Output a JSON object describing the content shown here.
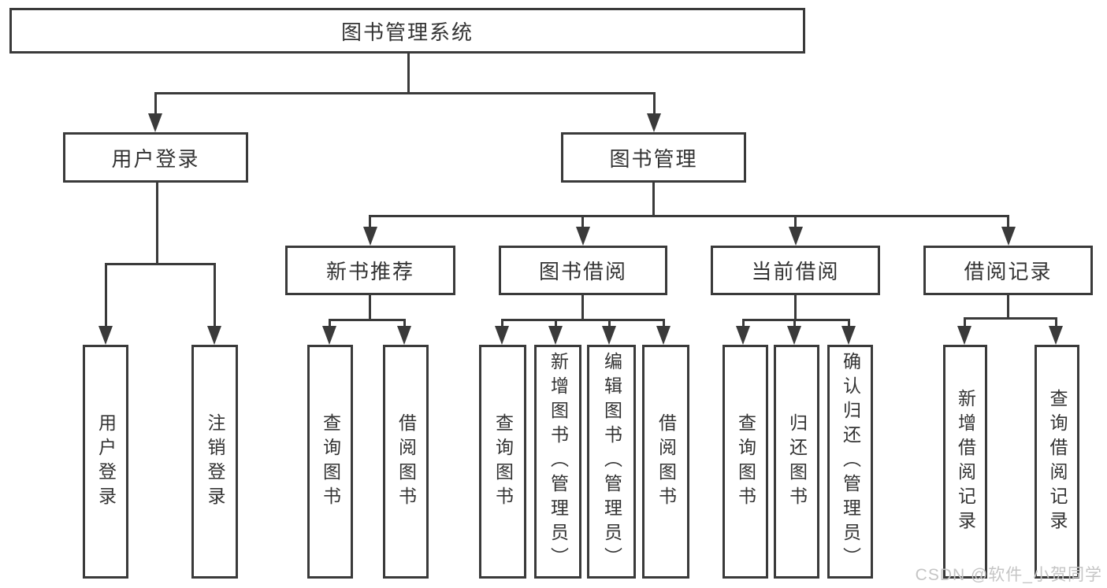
{
  "diagram_title": "图书管理系统",
  "tree": {
    "label": "图书管理系统",
    "children": [
      {
        "label": "用户登录",
        "children": [
          {
            "label": "用户登录"
          },
          {
            "label": "注销登录"
          }
        ]
      },
      {
        "label": "图书管理",
        "children": [
          {
            "label": "新书推荐",
            "children": [
              {
                "label": "查询图书"
              },
              {
                "label": "借阅图书"
              }
            ]
          },
          {
            "label": "图书借阅",
            "children": [
              {
                "label": "查询图书"
              },
              {
                "label": "新增图书（管理员）"
              },
              {
                "label": "编辑图书（管理员）"
              },
              {
                "label": "借阅图书"
              }
            ]
          },
          {
            "label": "当前借阅",
            "children": [
              {
                "label": "查询图书"
              },
              {
                "label": "归还图书"
              },
              {
                "label": "确认归还（管理员）"
              }
            ]
          },
          {
            "label": "借阅记录",
            "children": [
              {
                "label": "新增借阅记录"
              },
              {
                "label": "查询借阅记录"
              }
            ]
          }
        ]
      }
    ]
  },
  "watermark": {
    "text": "CSDN @软件_小贺同学",
    "color": "#c5c5c5"
  },
  "colors": {
    "line": "#3a3a3a",
    "text": "#333333",
    "background": "#ffffff"
  }
}
